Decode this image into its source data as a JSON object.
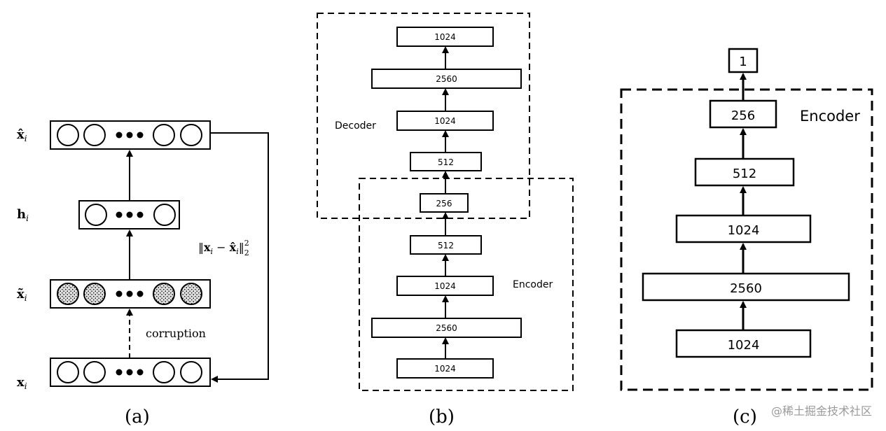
{
  "panel_a": {
    "caption": "(a)",
    "labels": {
      "x_hat": "x̂",
      "h": "h",
      "x_tilde": "x̃",
      "x": "x",
      "subscript": "i"
    },
    "loss_label": {
      "open": "‖",
      "x": "x",
      "sub": "i",
      "minus": " − ",
      "x_hat": "x̂",
      "close": "‖",
      "sup": "2",
      "sub2": "2"
    },
    "corruption_label": "corruption"
  },
  "panel_b": {
    "caption": "(b)",
    "decoder_label": "Decoder",
    "encoder_label": "Encoder",
    "layers_top_to_bottom": [
      "1024",
      "2560",
      "1024",
      "512",
      "256",
      "512",
      "1024",
      "2560",
      "1024"
    ]
  },
  "panel_c": {
    "caption": "(c)",
    "encoder_label": "Encoder",
    "output": "1",
    "layers_top_to_bottom": [
      "256",
      "512",
      "1024",
      "2560",
      "1024"
    ]
  },
  "watermark": "@稀土掘金技术社区"
}
